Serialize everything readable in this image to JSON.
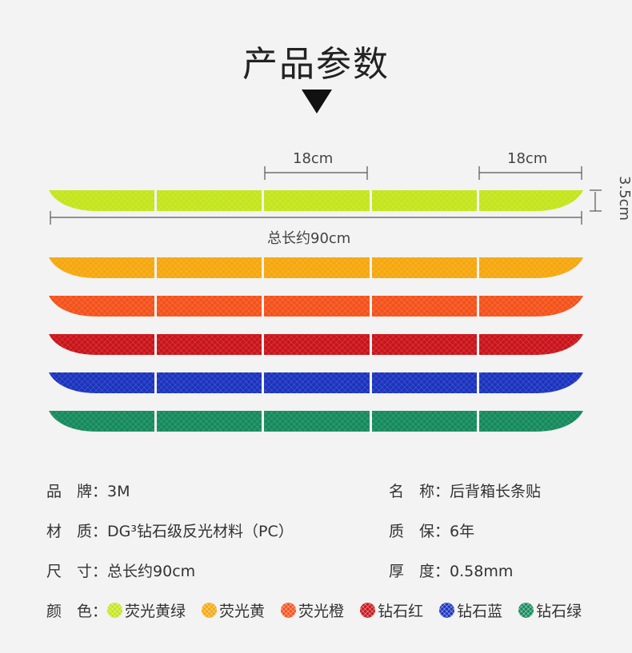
{
  "title": "产品参数",
  "dimensions": {
    "segment1": "18cm",
    "segment2": "18cm",
    "height": "3.5cm",
    "total": "总长约90cm"
  },
  "strip_colors": [
    "#c3e51b",
    "#f5a70d",
    "#f4521b",
    "#c9141a",
    "#1b33be",
    "#158a5c"
  ],
  "specs": {
    "brand": {
      "label": "品　牌：",
      "value": "3M"
    },
    "name": {
      "label": "名　称：",
      "value": "后背箱长条贴"
    },
    "material": {
      "label": "材　质：",
      "value": "DG³钻石级反光材料（PC）"
    },
    "warranty": {
      "label": "质　保：",
      "value": "6年"
    },
    "size": {
      "label": "尺　寸：",
      "value": "总长约90cm"
    },
    "thickness": {
      "label": "厚　度：",
      "value": "0.58mm"
    },
    "color_label": "颜　色："
  },
  "colors": [
    {
      "name": "荧光黄绿",
      "hex": "#c3e51b"
    },
    {
      "name": "荧光黄",
      "hex": "#f5a70d"
    },
    {
      "name": "荧光橙",
      "hex": "#f4521b"
    },
    {
      "name": "钻石红",
      "hex": "#c9141a"
    },
    {
      "name": "钻石蓝",
      "hex": "#1b33be"
    },
    {
      "name": "钻石绿",
      "hex": "#158a5c"
    }
  ]
}
